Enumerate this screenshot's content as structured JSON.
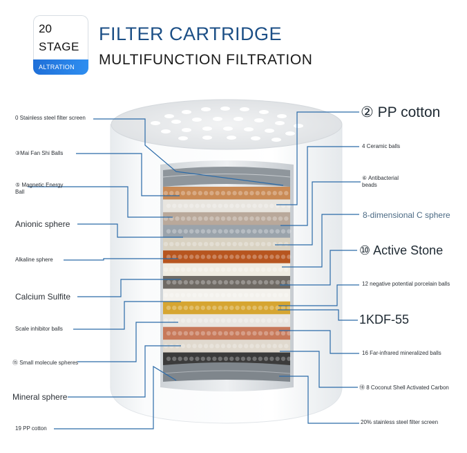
{
  "badge": {
    "number": "20",
    "word": "STAGE",
    "strip_text": "ALTRATION"
  },
  "header": {
    "title": "FILTER CARTRIDGE",
    "subtitle": "MULTIFUNCTION FILTRATION"
  },
  "labels_left": [
    "0 Stainless steel filter screen",
    "③Mai Fan Shi Balls",
    "⑤ Magnetic Energy",
    "Ball",
    "Anionic sphere",
    "Alkaline sphere",
    "Calcium Sulfite",
    "Scale inhibitor balls",
    "⑮ Small molecule spheres",
    "Mineral sphere",
    "19 PP cotton"
  ],
  "labels_right": [
    "② PP cotton",
    "4 Ceramic balls",
    "⑥ Antibacterial",
    "beads",
    "8-dimensional C sphere",
    "⑩ Active Stone",
    "12 negative potential porcelain balls",
    "1KDF-55",
    "16 Far-infrared mineralized balls",
    "⑱ 8 Coconut Shell Activated Carbon",
    "20% stainless steel filter screen"
  ],
  "colors": {
    "title": "#1c4f86",
    "leader_line": "#2a6aa8",
    "badge_strip": "#1f6fd8"
  }
}
